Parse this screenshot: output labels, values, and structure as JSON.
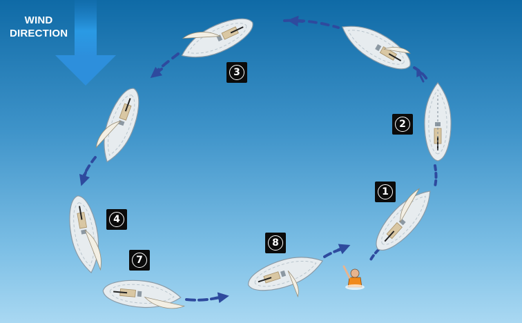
{
  "wind": {
    "line1": "WIND",
    "line2": "DIRECTION"
  },
  "steps": [
    {
      "id": "step-1",
      "label": "1"
    },
    {
      "id": "step-2",
      "label": "2"
    },
    {
      "id": "step-3",
      "label": "3"
    },
    {
      "id": "step-4",
      "label": "4"
    },
    {
      "id": "step-7",
      "label": "7"
    },
    {
      "id": "step-8",
      "label": "8"
    }
  ],
  "colors": {
    "path": "#2e4a9e",
    "wind_arrow": "#2a8fd8",
    "hull": "#e7ecef",
    "sail": "#f3efe4"
  }
}
